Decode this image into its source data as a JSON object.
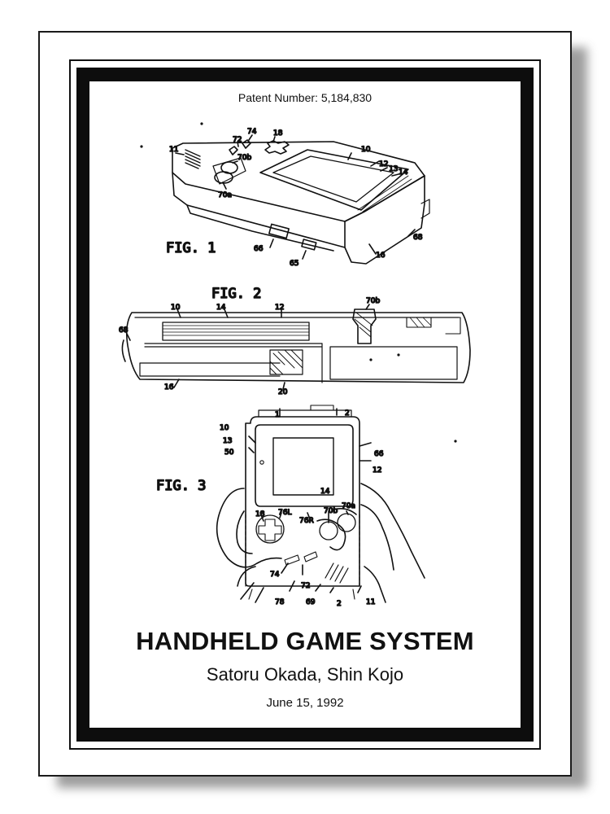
{
  "poster": {
    "patent_number": "Patent Number: 5,184,830",
    "title": "HANDHELD GAME SYSTEM",
    "inventors": "Satoru Okada, Shin Kojo",
    "date": "June 15, 1992"
  },
  "figures": [
    {
      "label": "FIG. 1",
      "callouts": [
        "11",
        "72",
        "74",
        "18",
        "10",
        "12",
        "13",
        "14",
        "70b",
        "70a",
        "66",
        "65",
        "16",
        "68"
      ]
    },
    {
      "label": "FIG. 2",
      "callouts": [
        "10",
        "14",
        "12",
        "70b",
        "68",
        "16",
        "20"
      ]
    },
    {
      "label": "FIG. 3",
      "callouts": [
        "10",
        "1",
        "2",
        "13",
        "50",
        "66",
        "12",
        "14",
        "18",
        "76L",
        "76R",
        "70b",
        "70a",
        "74",
        "72",
        "78",
        "69",
        "2",
        "11"
      ]
    }
  ]
}
